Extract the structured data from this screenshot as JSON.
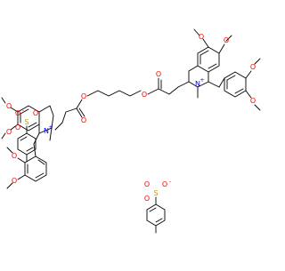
{
  "colors": {
    "background": "#ffffff",
    "bond": "#000000",
    "oxygen": "#ff0000",
    "nitrogen": "#0000ff",
    "sulfur": "#b8a000",
    "carbon": "#000000"
  },
  "labels": {
    "methoxy_o": "O",
    "ester_o": "O",
    "carbonyl_o": "O",
    "sulfonate_o": "O",
    "sulfur": "S",
    "nitrogen": "N",
    "positive_charge": "+",
    "negative_charge": "-"
  }
}
